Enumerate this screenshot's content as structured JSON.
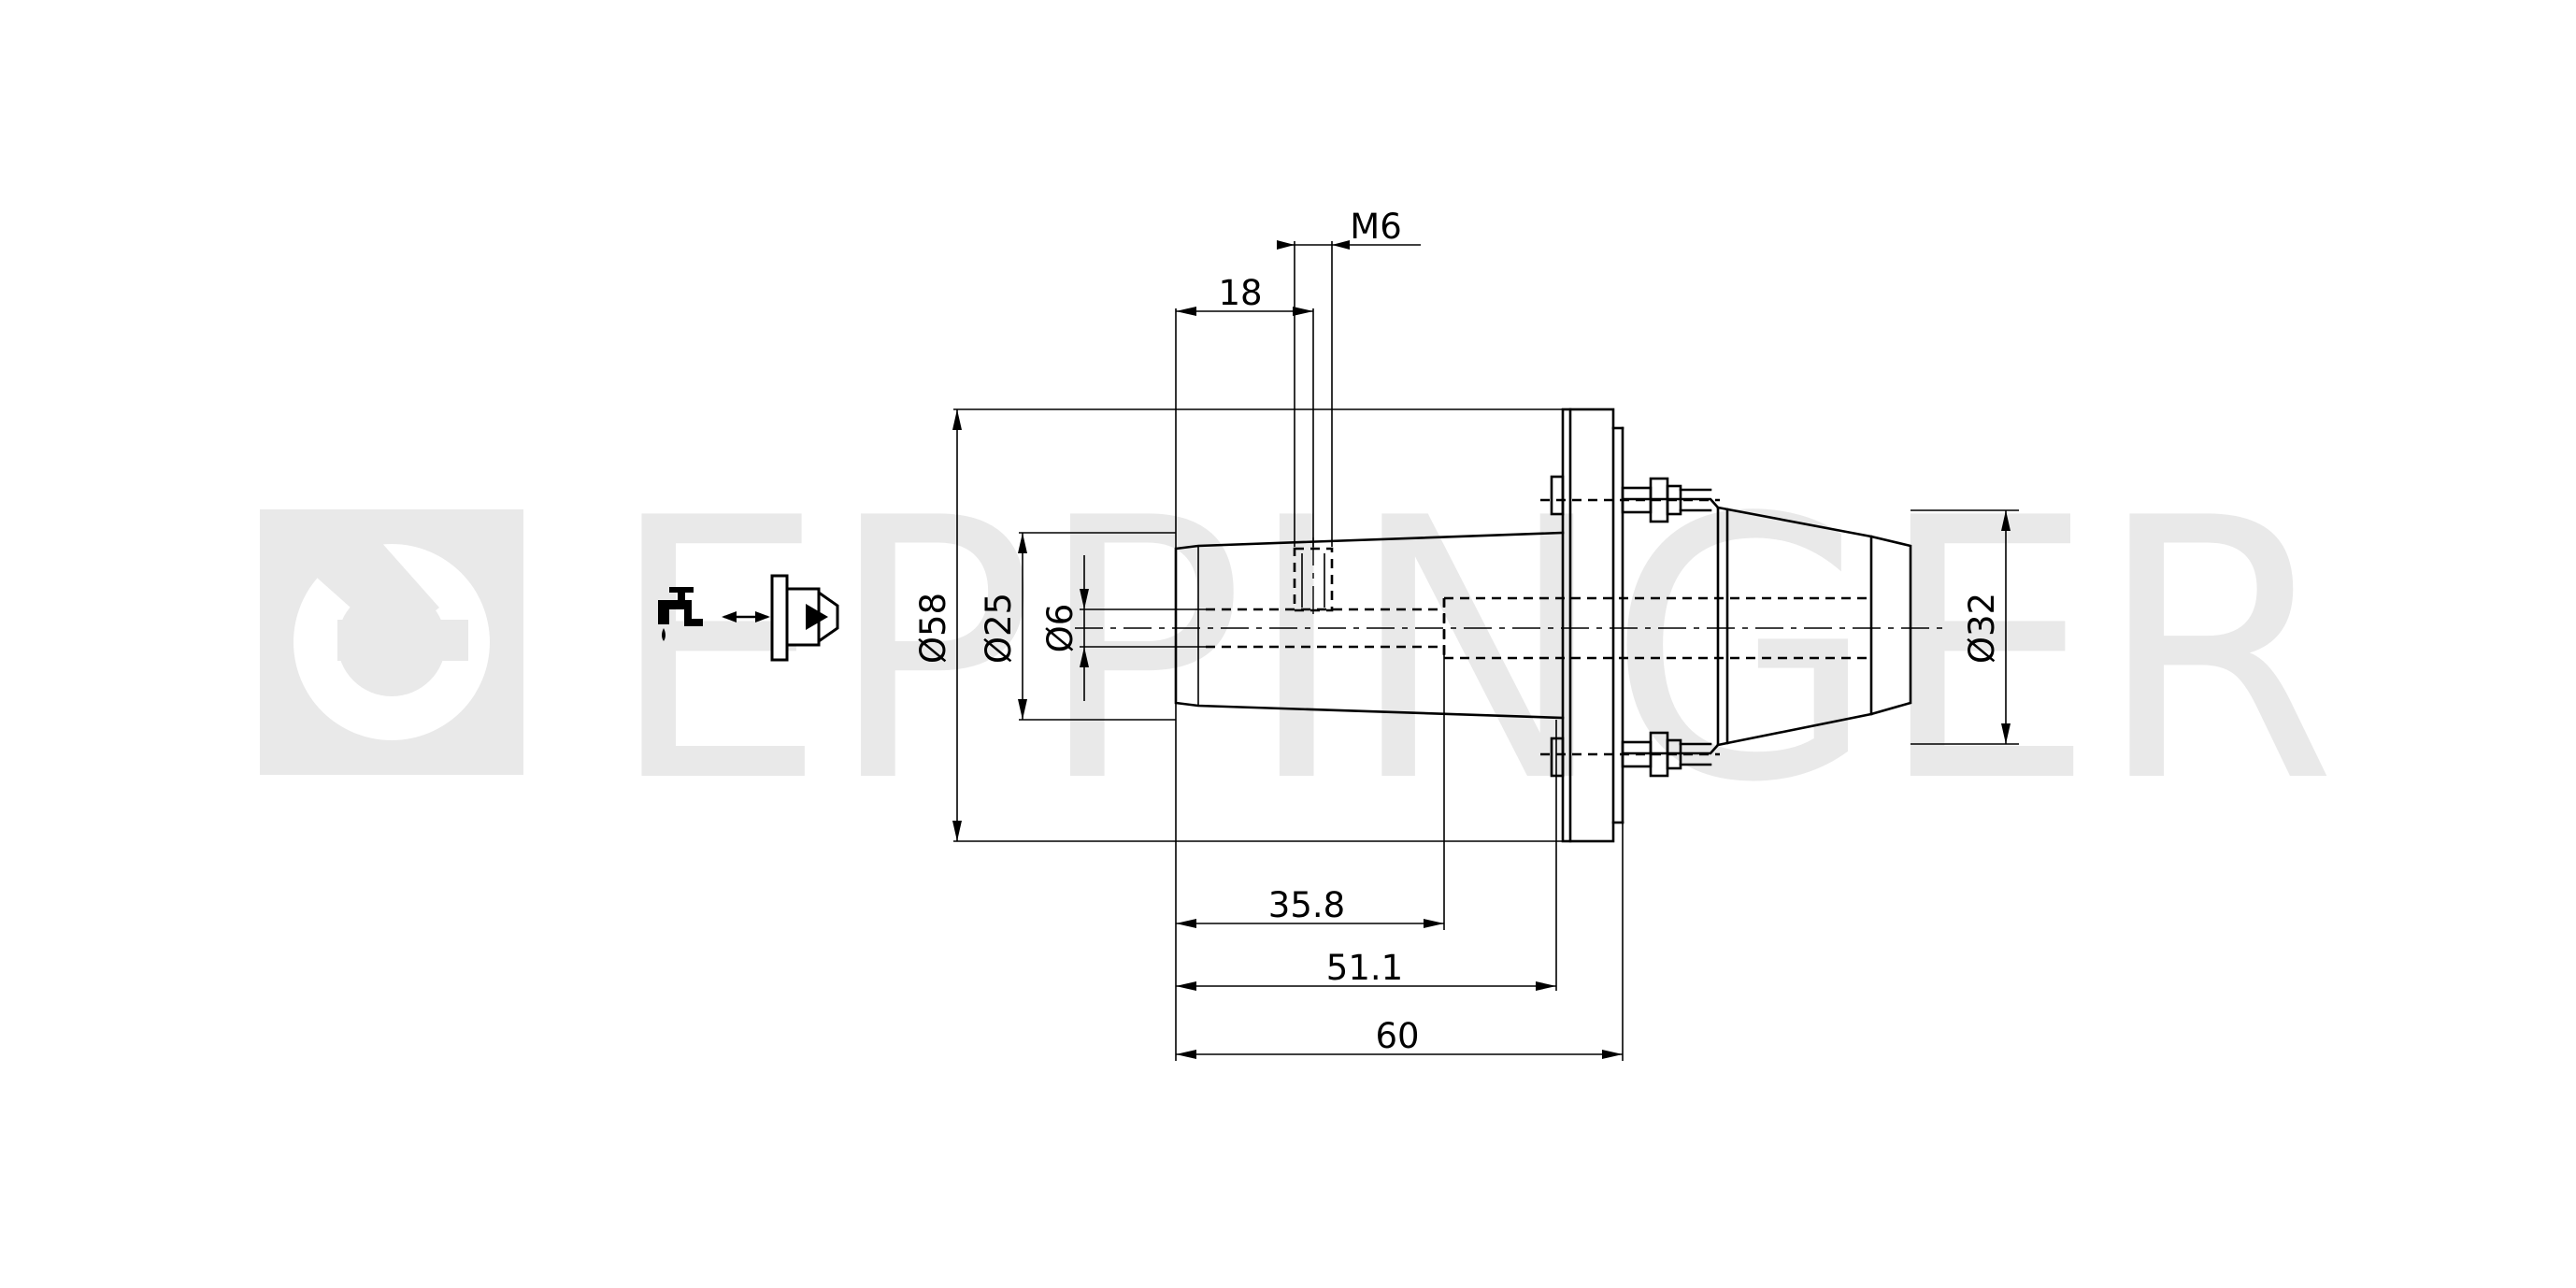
{
  "watermark": {
    "brand": "EPPINGER",
    "color": "#e9e9e9"
  },
  "dimensions": {
    "thread": "M6",
    "thread_pos": "18",
    "dia_flange": "Ø58",
    "dia_shank": "Ø25",
    "dia_bore": "Ø6",
    "dia_nose": "Ø32",
    "len_bore": "35.8",
    "len_shank": "51.1",
    "len_total": "60"
  },
  "icons": {
    "coolant": "coolant-tap-icon",
    "tool_holder": "tool-holder-symbol-icon"
  }
}
